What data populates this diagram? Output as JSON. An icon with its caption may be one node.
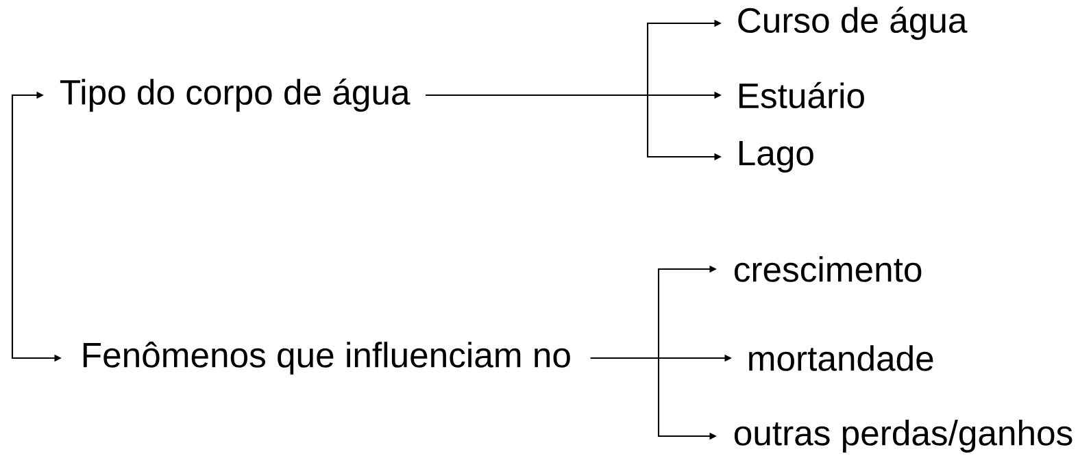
{
  "diagram": {
    "nodes": [
      {
        "text": [
          "Tipo do corpo de água"
        ]
      },
      {
        "text": [
          "Curso de água"
        ]
      },
      {
        "text": [
          "Estuário"
        ]
      },
      {
        "text": [
          "Lago"
        ]
      },
      {
        "text": [
          "Fenômenos que influenciam no"
        ]
      },
      {
        "text": [
          "crescimento"
        ]
      },
      {
        "text": [
          "mortandade"
        ]
      },
      {
        "text": [
          "outras perdas/ganhos"
        ]
      }
    ],
    "edges": [
      {
        "from": null,
        "to": 0,
        "arrow": "to"
      },
      {
        "from": null,
        "to": 4,
        "arrow": "to"
      },
      {
        "from": 0,
        "to": 1,
        "arrow": "to"
      },
      {
        "from": 0,
        "to": 2,
        "arrow": "to"
      },
      {
        "from": 0,
        "to": 3,
        "arrow": "to"
      },
      {
        "from": 4,
        "to": 5,
        "arrow": "to"
      },
      {
        "from": 4,
        "to": 6,
        "arrow": "to"
      },
      {
        "from": 4,
        "to": 7,
        "arrow": "to"
      }
    ]
  }
}
